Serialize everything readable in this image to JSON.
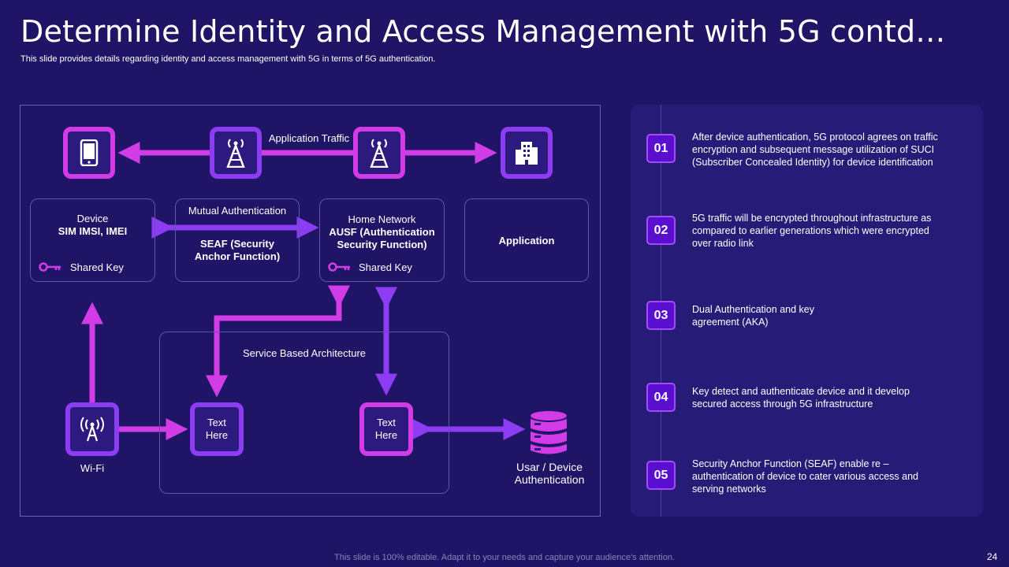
{
  "header": {
    "title": "Determine Identity and Access Management with 5G contd…",
    "subtitle": "This slide provides details regarding identity and access management with 5G in terms of 5G authentication."
  },
  "diagram": {
    "application_traffic": "Application Traffic",
    "device": {
      "line1": "Device",
      "line2": "SIM IMSI, IMEI",
      "key_label": "Shared Key"
    },
    "mutual_auth": {
      "label": "Mutual Authentication",
      "seaf": "SEAF (Security Anchor Function)"
    },
    "home_network": {
      "line1": "Home Network",
      "line2": "AUSF (Authentication Security Function)",
      "key_label": "Shared Key"
    },
    "application": "Application",
    "service_based": "Service Based Architecture",
    "text_here_1": "Text Here",
    "text_here_2": "Text Here",
    "wifi": "Wi-Fi",
    "user_auth": "Usar / Device Authentication",
    "icons": [
      "mobile-phone-icon",
      "cell-tower-icon",
      "cell-tower-icon",
      "building-icon",
      "wifi-antenna-icon",
      "database-icon",
      "key-icon"
    ],
    "colors": {
      "pink": "#d23ce6",
      "violet": "#8c3cf2",
      "background": "#1f1466"
    }
  },
  "steps": [
    {
      "num": "01",
      "text": "After device authentication, 5G protocol agrees  on traffic encryption and subsequent message utilization of SUCI (Subscriber Concealed Identity) for device identification"
    },
    {
      "num": "02",
      "text": "5G traffic will be encrypted throughout infrastructure as compared to earlier generations which were encrypted over radio link"
    },
    {
      "num": "03",
      "text": "Dual Authentication and key agreement (AKA)"
    },
    {
      "num": "04",
      "text": "Key detect and authenticate device  and it develop secured access through 5G infrastructure"
    },
    {
      "num": "05",
      "text": "Security Anchor Function (SEAF) enable re – authentication of device to cater various  access and serving networks"
    }
  ],
  "footer": {
    "note": "This slide is 100% editable. Adapt it to your needs and capture your audience's attention.",
    "page": "24"
  }
}
